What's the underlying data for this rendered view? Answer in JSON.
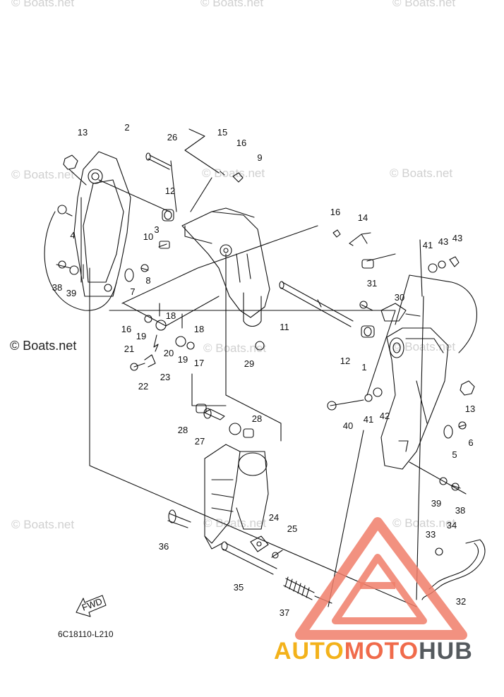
{
  "watermark": "© Boats.net",
  "diagram_code": "6C18110-L210",
  "fwd_label": "FWD",
  "brand": {
    "part1": "AUTO",
    "part2": "MOTO",
    "part3": "HUB"
  },
  "parts": [
    {
      "n": "1"
    },
    {
      "n": "2"
    },
    {
      "n": "3"
    },
    {
      "n": "4"
    },
    {
      "n": "5"
    },
    {
      "n": "6"
    },
    {
      "n": "7"
    },
    {
      "n": "8"
    },
    {
      "n": "9"
    },
    {
      "n": "10"
    },
    {
      "n": "11"
    },
    {
      "n": "12"
    },
    {
      "n": "12"
    },
    {
      "n": "13"
    },
    {
      "n": "13"
    },
    {
      "n": "14"
    },
    {
      "n": "15"
    },
    {
      "n": "16"
    },
    {
      "n": "16"
    },
    {
      "n": "16"
    },
    {
      "n": "17"
    },
    {
      "n": "18"
    },
    {
      "n": "18"
    },
    {
      "n": "19"
    },
    {
      "n": "19"
    },
    {
      "n": "20"
    },
    {
      "n": "21"
    },
    {
      "n": "22"
    },
    {
      "n": "23"
    },
    {
      "n": "24"
    },
    {
      "n": "25"
    },
    {
      "n": "26"
    },
    {
      "n": "27"
    },
    {
      "n": "28"
    },
    {
      "n": "28"
    },
    {
      "n": "29"
    },
    {
      "n": "30"
    },
    {
      "n": "31"
    },
    {
      "n": "32"
    },
    {
      "n": "33"
    },
    {
      "n": "34"
    },
    {
      "n": "35"
    },
    {
      "n": "36"
    },
    {
      "n": "37"
    },
    {
      "n": "38"
    },
    {
      "n": "38"
    },
    {
      "n": "39"
    },
    {
      "n": "39"
    },
    {
      "n": "40"
    },
    {
      "n": "41"
    },
    {
      "n": "41"
    },
    {
      "n": "42"
    },
    {
      "n": "43"
    },
    {
      "n": "43"
    }
  ]
}
